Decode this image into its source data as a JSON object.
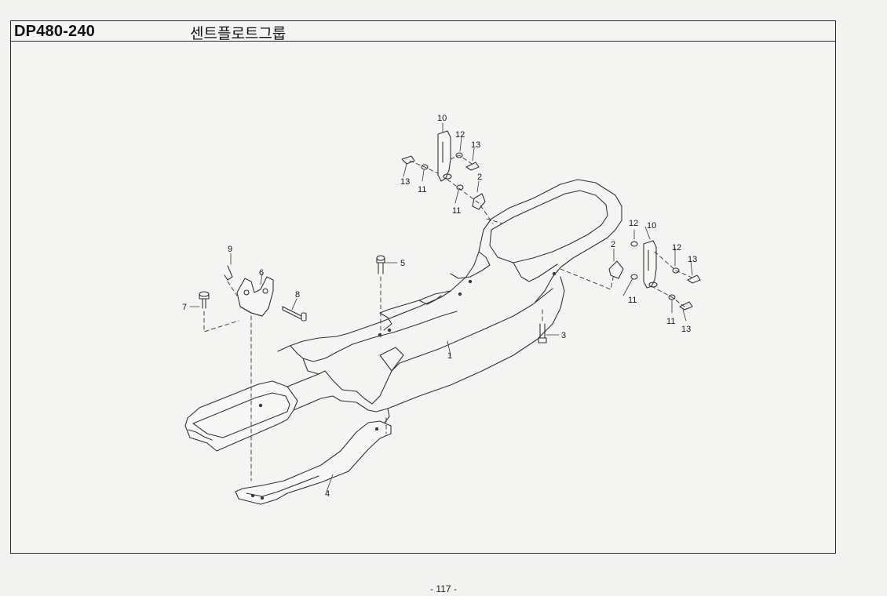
{
  "header": {
    "model_code": "DP480-240",
    "group_title": "센트플로트그룹"
  },
  "diagram": {
    "callouts": [
      {
        "id": "c-1",
        "label": "1"
      },
      {
        "id": "c-2a",
        "label": "2"
      },
      {
        "id": "c-2b",
        "label": "2"
      },
      {
        "id": "c-3",
        "label": "3"
      },
      {
        "id": "c-4",
        "label": "4"
      },
      {
        "id": "c-5",
        "label": "5"
      },
      {
        "id": "c-6",
        "label": "6"
      },
      {
        "id": "c-7",
        "label": "7"
      },
      {
        "id": "c-8",
        "label": "8"
      },
      {
        "id": "c-9",
        "label": "9"
      },
      {
        "id": "c-10a",
        "label": "10"
      },
      {
        "id": "c-10b",
        "label": "10"
      },
      {
        "id": "c-11a",
        "label": "11"
      },
      {
        "id": "c-11b",
        "label": "11"
      },
      {
        "id": "c-11c",
        "label": "11"
      },
      {
        "id": "c-11d",
        "label": "11"
      },
      {
        "id": "c-12a",
        "label": "12"
      },
      {
        "id": "c-12b",
        "label": "12"
      },
      {
        "id": "c-12c",
        "label": "12"
      },
      {
        "id": "c-13a",
        "label": "13"
      },
      {
        "id": "c-13b",
        "label": "13"
      },
      {
        "id": "c-13c",
        "label": "13"
      },
      {
        "id": "c-13d",
        "label": "13"
      }
    ]
  },
  "footer": {
    "page_number": "- 117 -"
  }
}
